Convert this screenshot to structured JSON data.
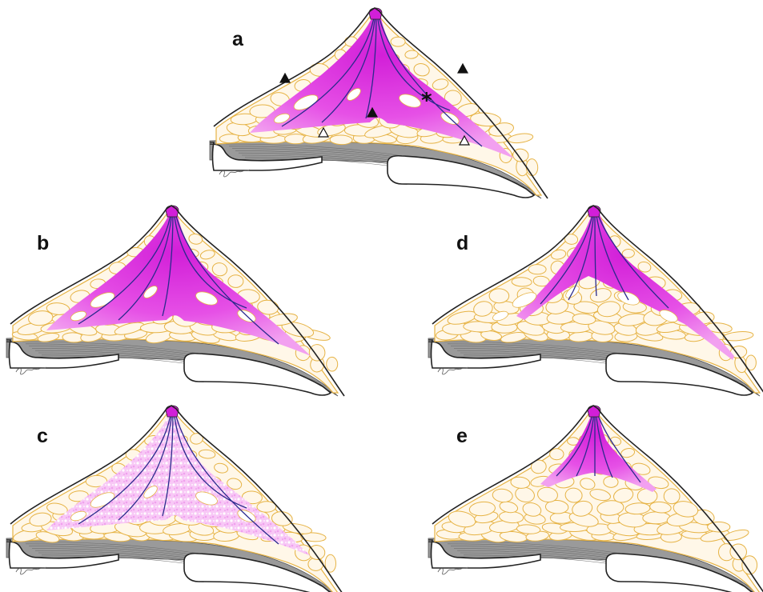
{
  "panels": [
    {
      "id": "a",
      "label": "a",
      "fill": "solid"
    },
    {
      "id": "b",
      "label": "b",
      "fill": "solid"
    },
    {
      "id": "c",
      "label": "c",
      "fill": "speckled"
    },
    {
      "id": "d",
      "label": "d",
      "fill": "reduced"
    },
    {
      "id": "e",
      "label": "e",
      "fill": "minimal"
    }
  ],
  "colors": {
    "fat_outline": "#e6b345",
    "fat_fill": "#fff7e8",
    "glandular": "#e23ee6",
    "glandular_light": "#f7b9f5",
    "duct": "#2a2a8c",
    "muscle": "#9a9a9a",
    "skin": "#222222"
  },
  "markers": {
    "filled_triangle": "▲",
    "open_triangle": "△",
    "asterisk": "*"
  },
  "signature_icon": "artist-signature"
}
